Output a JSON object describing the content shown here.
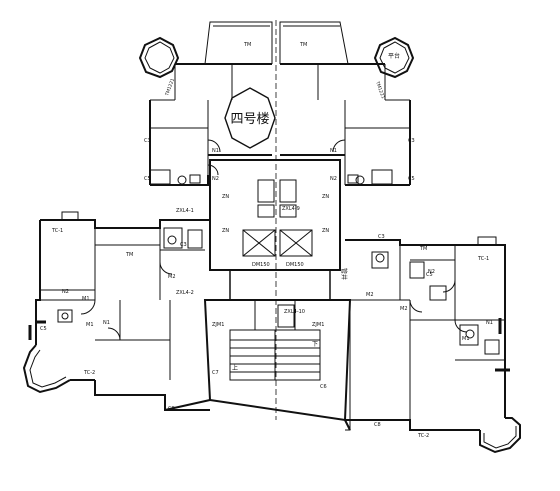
{
  "plan": {
    "building_title": "四号楼",
    "labels": {
      "tc1_left": "TC-1",
      "tc1_right": "TC-1",
      "tc2_left": "TC-2",
      "tc2_right": "TC-2",
      "tm_top_left": "TM",
      "tm_top_right": "TM",
      "tm_left": "TM",
      "tm_right": "TM",
      "tm1221_left": "TM1221",
      "tm1221_right": "TM1221",
      "pingtai": "平台",
      "zxl4_1": "ZXL4-1",
      "zxl4_2": "ZXL4-2",
      "zxl4_9": "ZXL4-9",
      "zxl4_10": "ZXL4-10",
      "dm150_left": "DM150",
      "dm150_right": "DM150",
      "n1": "N1",
      "n2": "N2",
      "m1": "M1",
      "m2": "M2",
      "c3": "C3",
      "c5": "C5",
      "c6": "C6",
      "c7": "C7",
      "c8": "C8",
      "zjm1": "ZJM1",
      "zn": "ZN",
      "shaft": "管井",
      "up": "上",
      "down": "下",
      "elev_lbl": "ZXL4-1"
    }
  }
}
